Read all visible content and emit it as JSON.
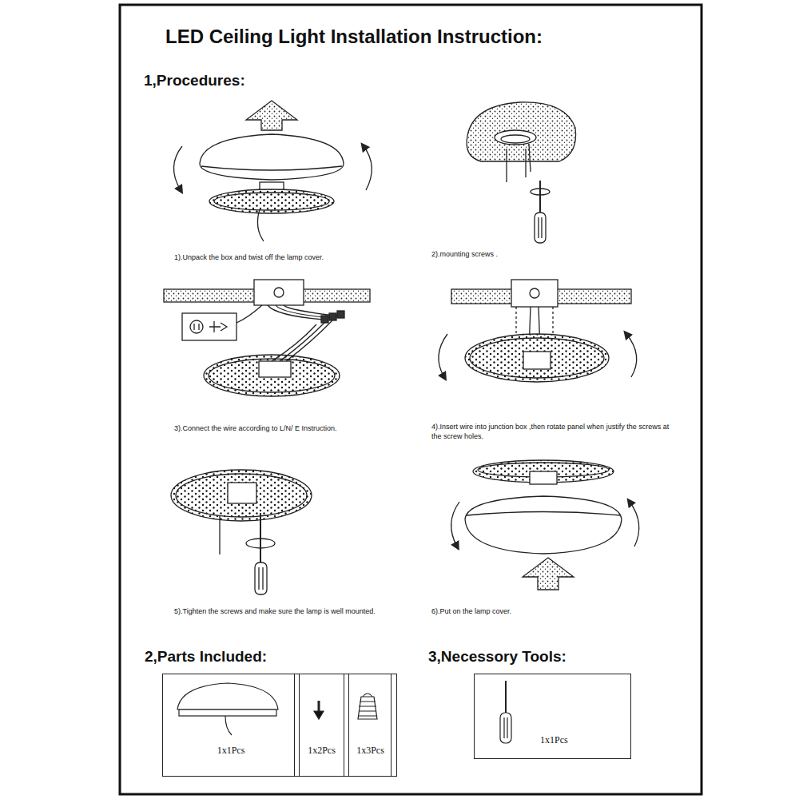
{
  "diagram": {
    "title": "LED Ceiling Light Installation Instruction:",
    "nodes": [
      {
        "text": [
          "2,Parts Included:"
        ]
      },
      {
        "text": [
          "1x1Pcs"
        ],
        "in": 0
      },
      {
        "text": [
          "1x2Pcs"
        ],
        "in": 0
      },
      {
        "text": [
          "1x3Pcs"
        ],
        "in": 0
      },
      {
        "text": [
          "3,Necessory Tools:",
          "1x1Pcs"
        ]
      }
    ],
    "labels": [
      "1,Procedures:",
      "1).Unpack the box and twist off the lamp cover.",
      "2).mounting screws .",
      "3).Connect the wire according to L/N/ E Instruction.",
      "4).Insert wire into junction box ,then rotate panel when justify the screws at the screw holes.",
      "5).Tighten the screws and make sure the lamp is well mounted.",
      "6).Put on the lamp cover."
    ]
  }
}
